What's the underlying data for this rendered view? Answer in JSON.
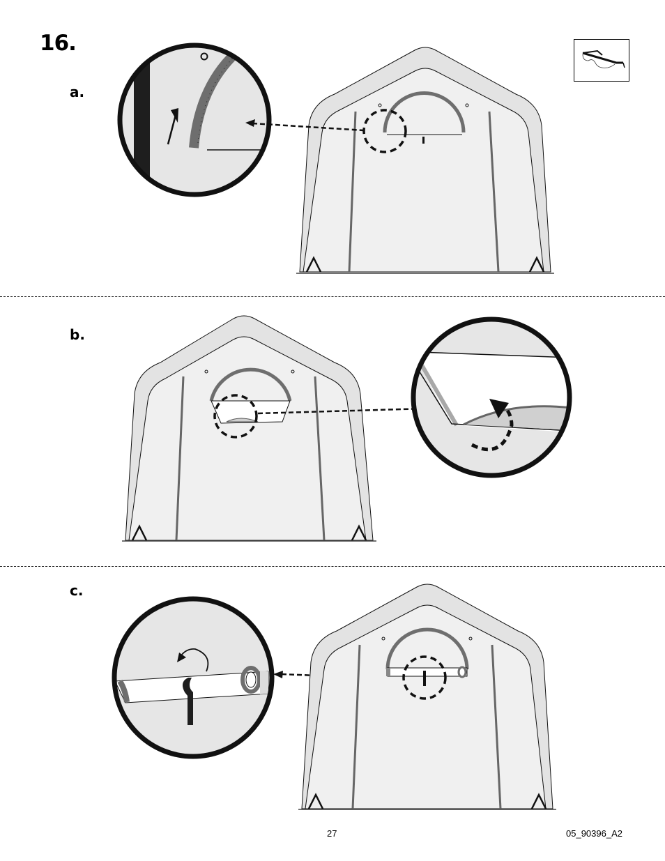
{
  "page": {
    "step_number": "16.",
    "sub_steps": [
      {
        "label": "a."
      },
      {
        "label": "b."
      },
      {
        "label": "c."
      }
    ],
    "safety_icon": "safety-glasses-icon",
    "footer": {
      "page_number": "27",
      "doc_code": "05_90396_A2"
    }
  },
  "colors": {
    "tent_fill": "#f0f0f0",
    "frame_fill": "#e3e3e3",
    "detail_fill": "#e5e5e5",
    "zipper_gray": "#6e6e6e",
    "outline": "#111111"
  }
}
